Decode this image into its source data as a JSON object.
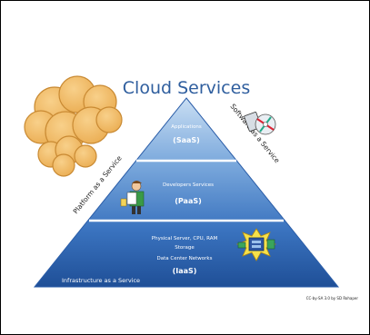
{
  "title": "Cloud Services",
  "tiers": {
    "saas": {
      "description": "Applications",
      "acronym": "(SaaS)"
    },
    "paas": {
      "description": "Developers Services",
      "acronym": "(PaaS)"
    },
    "iaas": {
      "line1": "Physical Server, CPU, RAM",
      "line2": "Storage",
      "line3": "Data Center Networks",
      "acronym": "(IaaS)"
    }
  },
  "side_labels": {
    "software": "Software as a Service",
    "platform": "Platform as a Service",
    "infrastructure": "Infrastructure as a Service"
  },
  "credit": "CC-by-SA 3.0 by SD Rohaper",
  "colors": {
    "title": "#2f5e9e",
    "pyramid_top": "#b9d3ee",
    "pyramid_mid": "#3c78c4",
    "pyramid_bottom": "#1f4f97",
    "cloud": "#f2c070",
    "cloud_outline": "#c98a33"
  }
}
